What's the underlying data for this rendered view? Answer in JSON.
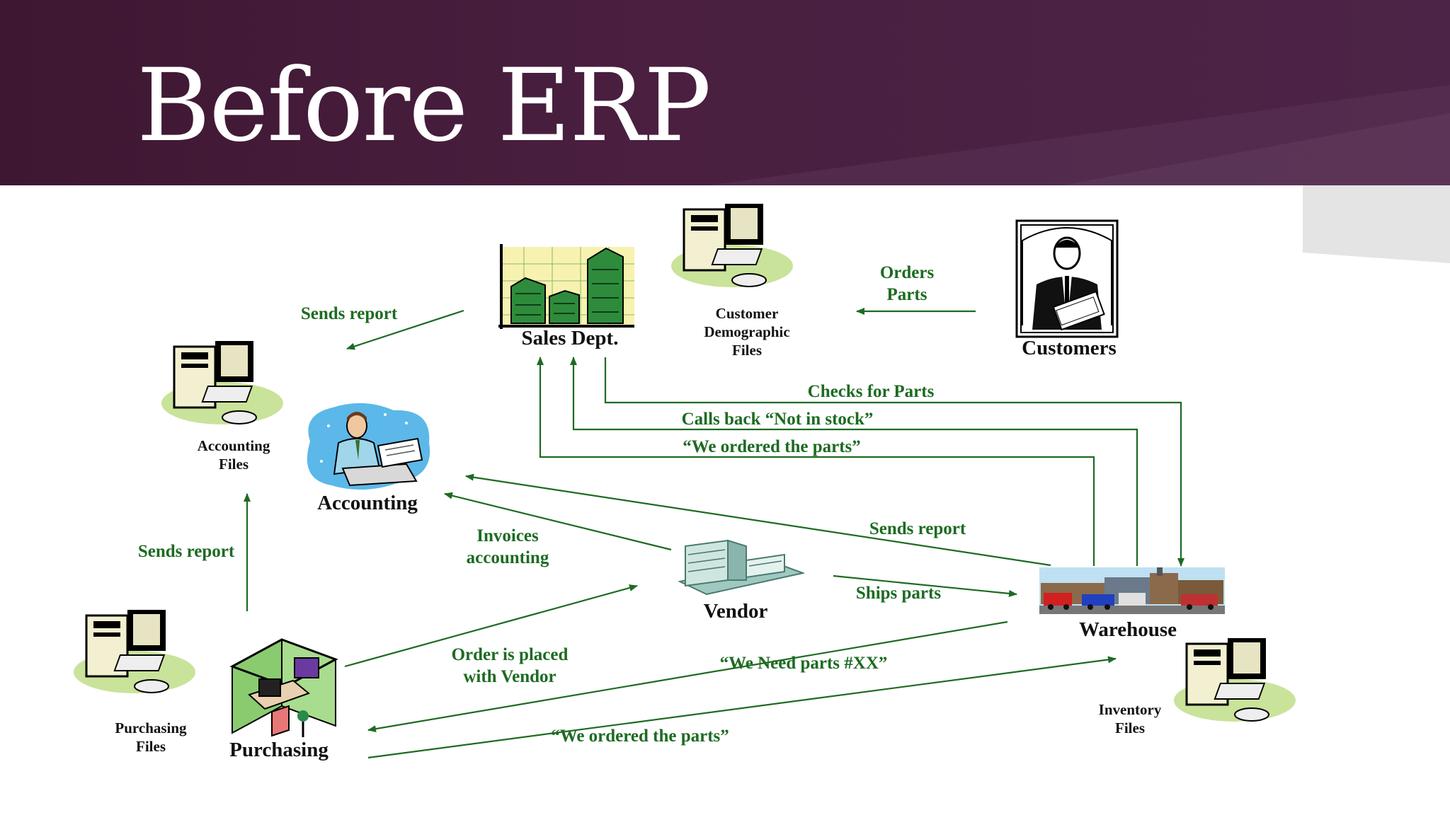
{
  "slide": {
    "title": "Before ERP"
  },
  "colors": {
    "header_bg": "#4a1f40",
    "arrow_green": "#1d6b22",
    "label_green": "#1d6b22"
  },
  "nodes": {
    "sales": "Sales Dept.",
    "customers": "Customers",
    "accounting": "Accounting",
    "vendor": "Vendor",
    "warehouse": "Warehouse",
    "purchasing": "Purchasing"
  },
  "files": {
    "customer_demographic": "Customer\nDemographic\nFiles",
    "accounting": "Accounting\nFiles",
    "purchasing": "Purchasing\nFiles",
    "inventory": "Inventory\nFiles"
  },
  "edges": {
    "orders_parts": "Orders\nParts",
    "sales_sends_report": "Sends report",
    "checks_for_parts": "Checks for Parts",
    "calls_back": "Calls back  “Not in stock”",
    "we_ordered_sales": "“We ordered the parts”",
    "warehouse_sends_report": "Sends report",
    "invoices_accounting": "Invoices\naccounting",
    "purchasing_sends_report": "Sends report",
    "ships_parts": "Ships parts",
    "order_placed": "Order is placed\nwith Vendor",
    "we_need_parts": "“We Need parts #XX”",
    "we_ordered_warehouse": "“We ordered the parts”"
  },
  "icons": {
    "sales": "bar-chart-money-icon",
    "customers": "businessman-icon",
    "accounting": "accountant-icon",
    "vendor": "factory-building-icon",
    "warehouse": "warehouse-trucks-icon",
    "purchasing": "office-cubicle-icon",
    "files": "desktop-computer-icon"
  }
}
